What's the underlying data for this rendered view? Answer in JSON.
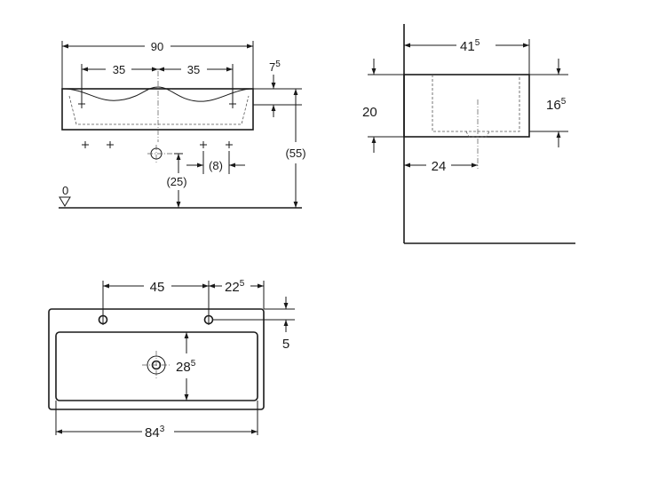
{
  "front_view": {
    "overall_width": "90",
    "left_tap_spacing": "35",
    "right_tap_spacing": "35",
    "rim_height_main": "7",
    "rim_height_sup": "5",
    "mount_height": "(55)",
    "waste_height": "(25)",
    "bracket_spacing": "(8)",
    "floor_label": "0"
  },
  "side_view": {
    "depth_main": "41",
    "depth_sup": "5",
    "height": "20",
    "inner_height_main": "16",
    "inner_height_sup": "5",
    "waste_offset": "24"
  },
  "top_view": {
    "tap_hole_spacing": "45",
    "edge_to_tap_main": "22",
    "edge_to_tap_sup": "5",
    "tap_row_offset": "5",
    "bowl_depth_main": "28",
    "bowl_depth_sup": "5",
    "inner_width_main": "84",
    "inner_width_sup": "3"
  }
}
